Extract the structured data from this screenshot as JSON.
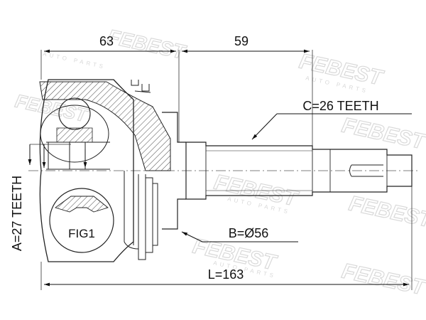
{
  "dimensions": {
    "left_length": "63",
    "right_length": "59",
    "outer_teeth": "A=27 TEETH",
    "diameter": "B=Ø56",
    "inner_teeth": "C=26 TEETH",
    "total_length": "L=163"
  },
  "figure_label": "FIG1",
  "watermark": {
    "brand": "FEBEST",
    "tagline": "AUTO PARTS"
  }
}
